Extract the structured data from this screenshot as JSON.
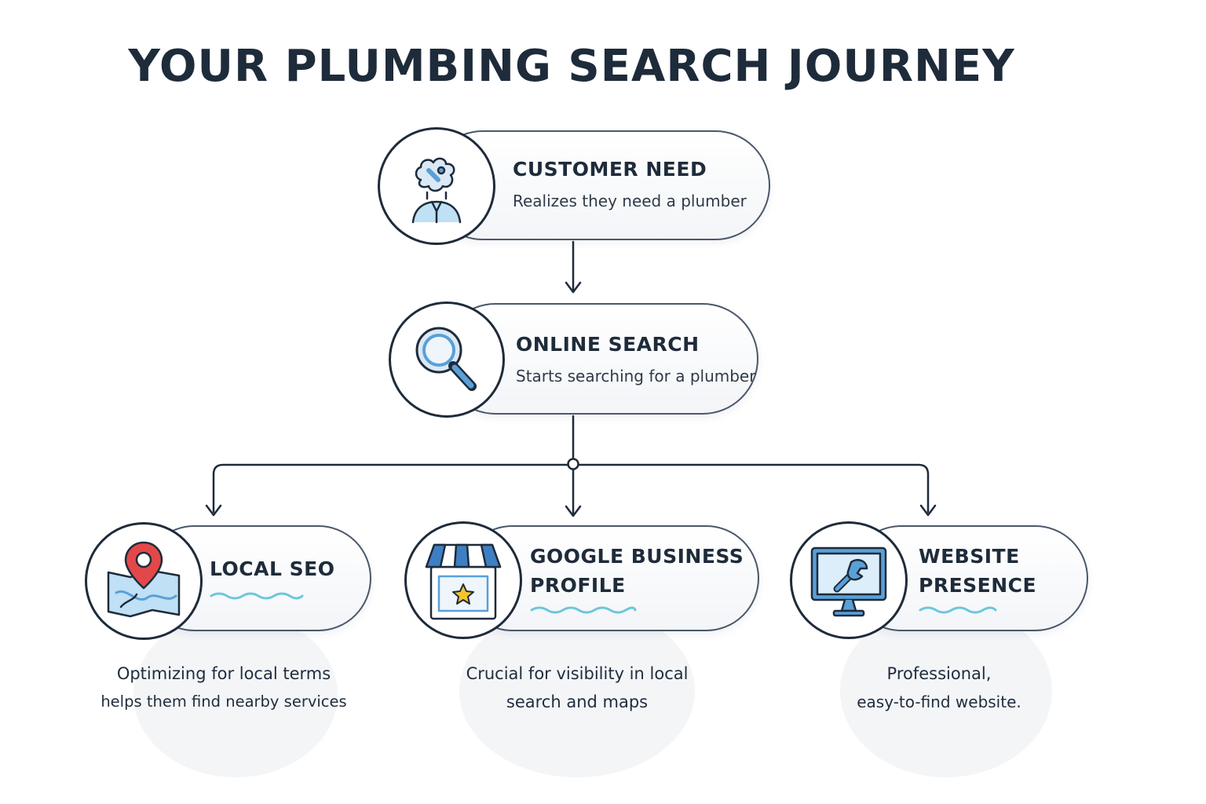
{
  "title": "YOUR PLUMBING SEARCH JOURNEY",
  "steps": {
    "customer_need": {
      "title": "CUSTOMER NEED",
      "subtitle": "Realizes they need a plumber",
      "icon": "thinking-person-icon"
    },
    "online_search": {
      "title": "ONLINE SEARCH",
      "subtitle": "Starts searching for a plumber",
      "icon": "magnifier-icon"
    }
  },
  "branches": [
    {
      "title_line1": "LOCAL SEO",
      "title_line2": "",
      "icon": "map-pin-icon",
      "desc_line1": "Optimizing for local terms",
      "desc_line2": "helps them find nearby services"
    },
    {
      "title_line1": "GOOGLE BUSINESS",
      "title_line2": "PROFILE",
      "icon": "storefront-icon",
      "desc_line1": "Crucial for visibility in local",
      "desc_line2": "search and maps"
    },
    {
      "title_line1": "WEBSITE",
      "title_line2": "PRESENCE",
      "icon": "monitor-wrench-icon",
      "desc_line1": "Professional,",
      "desc_line2": "easy-to-find website."
    }
  ],
  "colors": {
    "ink": "#1e2b3a",
    "accent_blue": "#5aa0d8",
    "light_blue": "#bfe0f5",
    "squiggle": "#6cc6dc",
    "pin_red": "#e2484a",
    "star_yellow": "#f5c42c"
  }
}
